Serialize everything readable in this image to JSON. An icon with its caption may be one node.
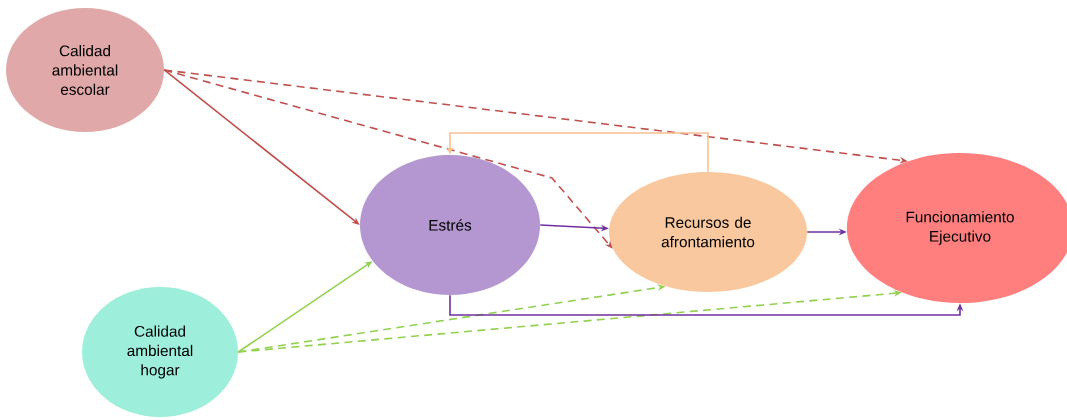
{
  "diagram": {
    "nodes": [
      {
        "text": [
          "Calidad ambiental escolar"
        ]
      },
      {
        "text": [
          "Estrés"
        ]
      },
      {
        "text": [
          "Recursos de afrontamiento"
        ]
      },
      {
        "text": [
          "Funcionamiento Ejecutivo"
        ]
      },
      {
        "text": [
          "Calidad ambiental hogar"
        ]
      }
    ],
    "edges": [
      {
        "from": 0,
        "to": 1,
        "arrow": "to",
        "color": "#c0504d"
      },
      {
        "from": 0,
        "to": 2,
        "arrow": "to",
        "style": "dashed",
        "color": "#c0504d"
      },
      {
        "from": 0,
        "to": 3,
        "arrow": "to",
        "style": "dashed",
        "color": "#c0504d"
      },
      {
        "from": 4,
        "to": 1,
        "arrow": "to",
        "color": "#92d050"
      },
      {
        "from": 4,
        "to": 2,
        "arrow": "to",
        "style": "dashed",
        "color": "#92d050"
      },
      {
        "from": 4,
        "to": 3,
        "arrow": "to",
        "style": "dashed",
        "color": "#92d050"
      },
      {
        "from": 1,
        "to": 2,
        "arrow": "to",
        "color": "#7030a0"
      },
      {
        "from": 2,
        "to": 3,
        "arrow": "to",
        "color": "#7030a0"
      },
      {
        "from": 2,
        "to": 1,
        "arrow": "to",
        "color": "#fac090"
      },
      {
        "from": 1,
        "to": 3,
        "arrow": "to",
        "color": "#7030a0"
      }
    ]
  }
}
